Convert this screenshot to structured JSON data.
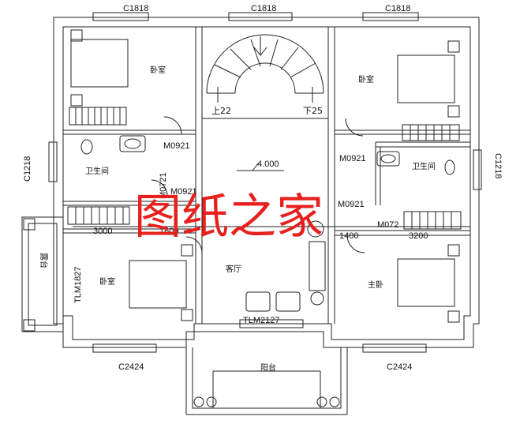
{
  "windows": {
    "top_left": "C1818",
    "top_center": "C1818",
    "top_right": "C1818",
    "left_side": "C1218",
    "right_side": "C1218",
    "bottom_left": "C2424",
    "bottom_right": "C2424",
    "terrace_door": "TLM1827",
    "living_door": "TLM2127"
  },
  "doors": {
    "bedroom_tl": "M0921",
    "bath_left": "M0721",
    "left_hall": "M0921",
    "bedroom_tr": "M0921",
    "master": "M0921",
    "bath_right": "M072"
  },
  "stairs": {
    "up": "上22",
    "down": "下25"
  },
  "elevation": "4.000",
  "dimensions": {
    "d1": "3000",
    "d2": "1600",
    "d3": "1400",
    "d4": "3200"
  },
  "rooms": {
    "bedroom_tl": "卧室",
    "bedroom_tr": "卧室",
    "bath_left": "卫生间",
    "bath_right": "卫生间",
    "bedroom_bl": "卧室",
    "living": "客厅",
    "master": "主卧",
    "terrace": "露台",
    "balcony": "阳台"
  },
  "watermark": "图纸之家"
}
